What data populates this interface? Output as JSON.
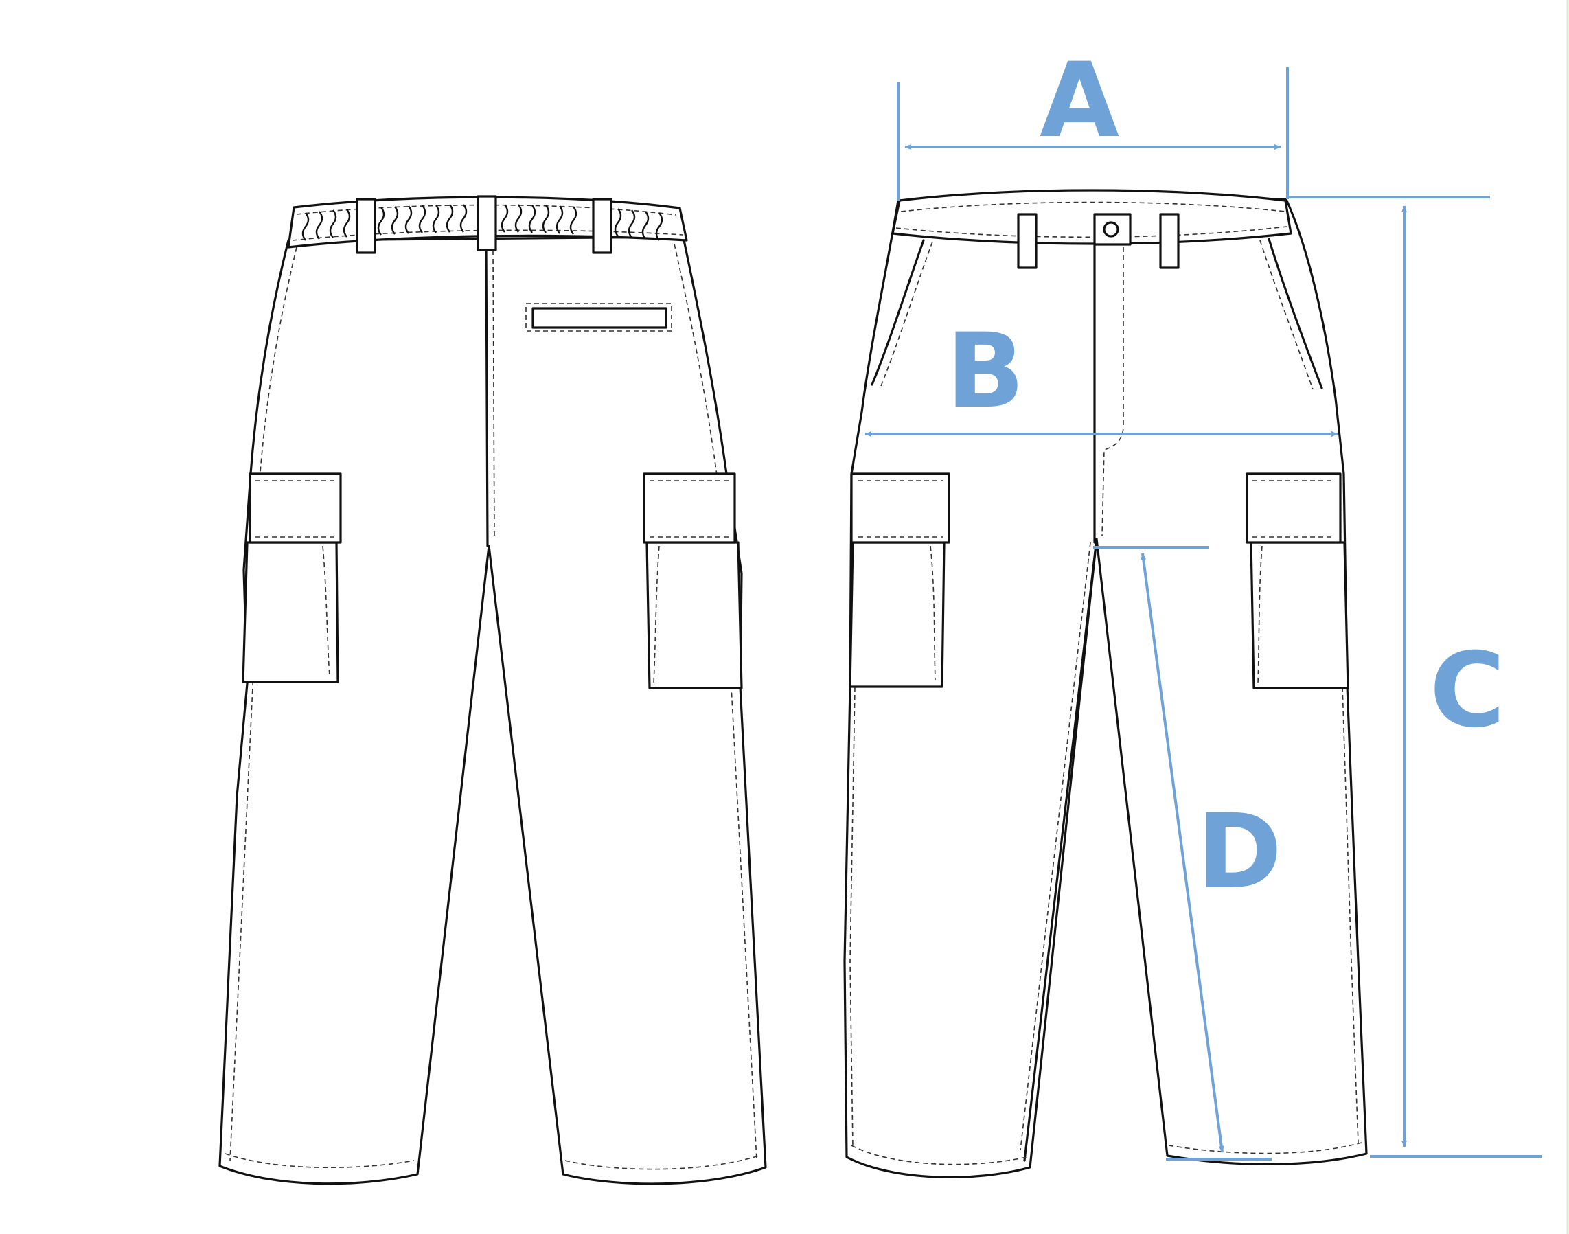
{
  "labels": {
    "a": "A",
    "b": "B",
    "c": "C",
    "d": "D"
  },
  "colors": {
    "dimension": "#6fa3d8",
    "ink": "#111111",
    "background": "#ffffff"
  }
}
